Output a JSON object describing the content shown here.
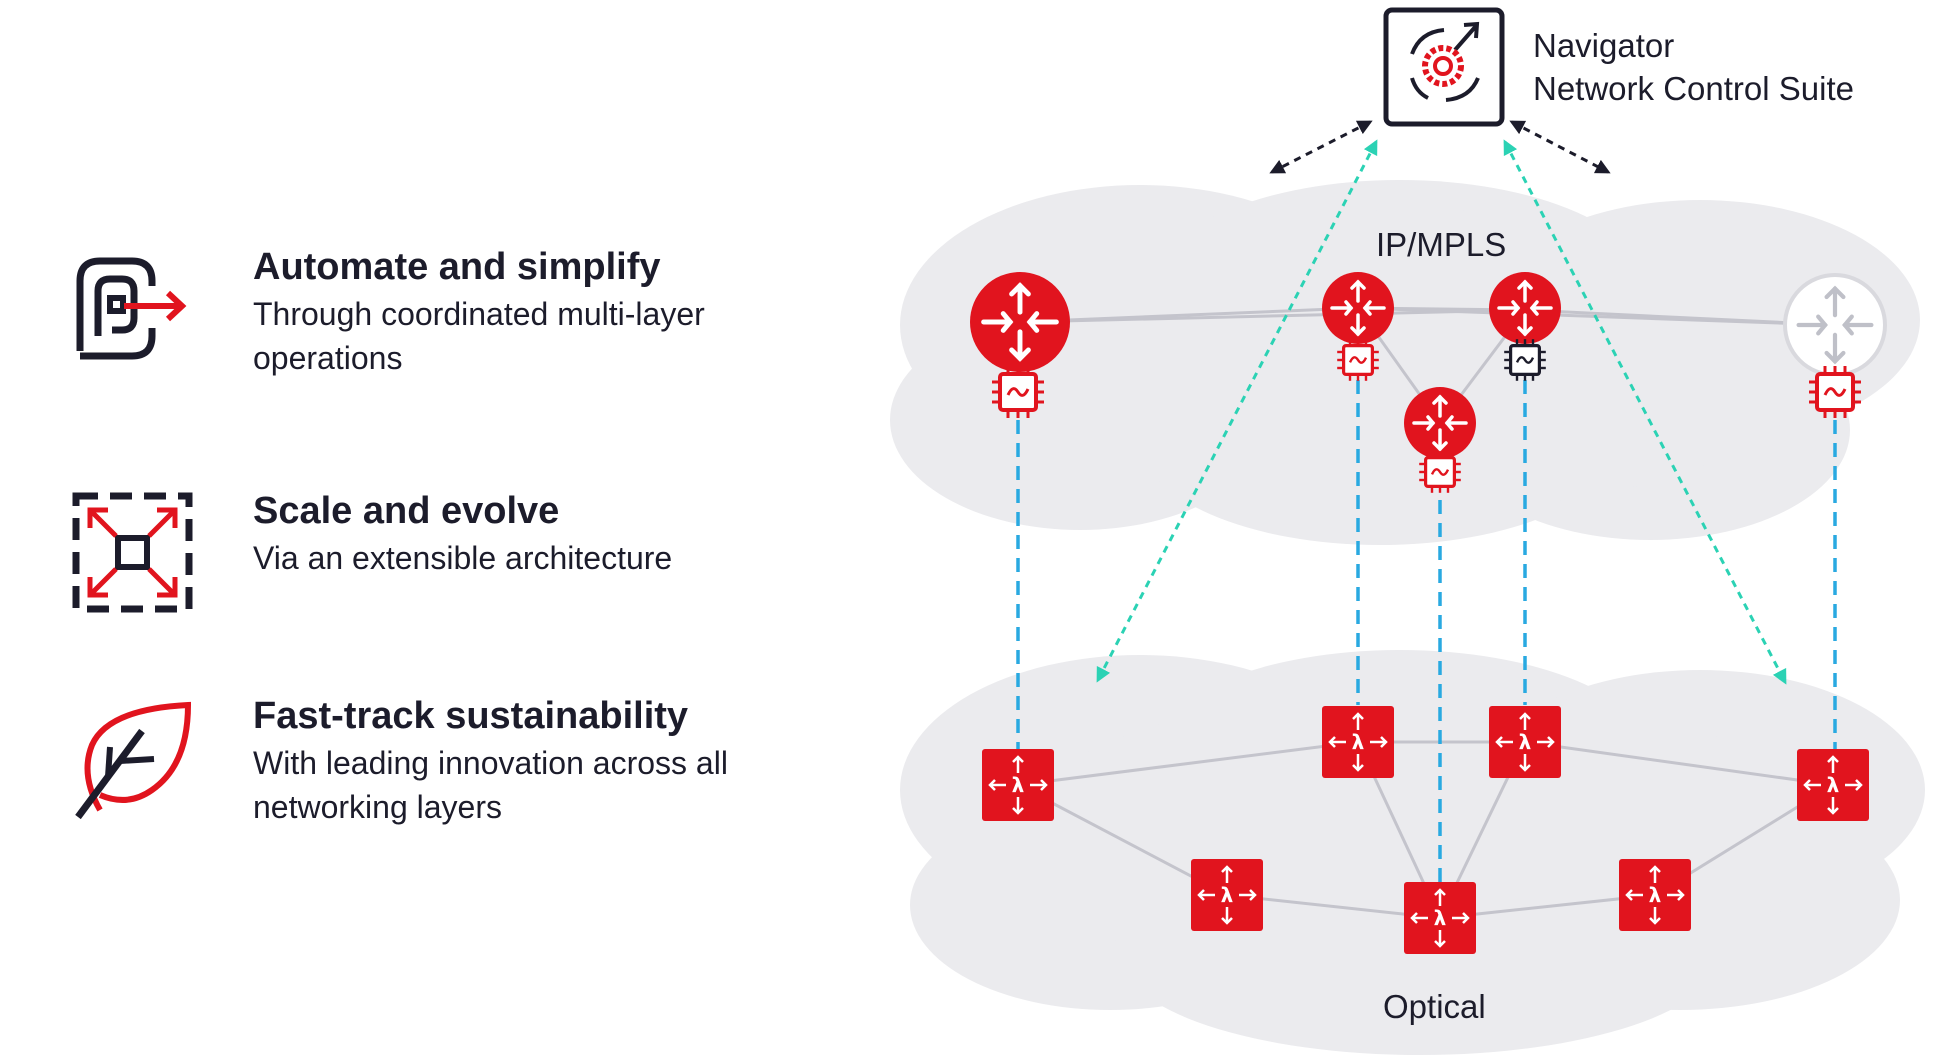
{
  "features": [
    {
      "icon": "automation-loop-icon",
      "title": "Automate and simplify",
      "description": "Through coordinated multi-layer operations"
    },
    {
      "icon": "expand-arrows-icon",
      "title": "Scale and evolve",
      "description": "Via an extensible architecture"
    },
    {
      "icon": "leaf-icon",
      "title": "Fast-track sustainability",
      "description": "With leading innovation across all networking layers"
    }
  ],
  "navigator": {
    "icon": "navigator-compass-icon",
    "title_line1": "Navigator",
    "title_line2": "Network Control Suite"
  },
  "layers": {
    "ip": "IP/MPLS",
    "optical": "Optical"
  },
  "colors": {
    "brand_red": "#e1141e",
    "navy": "#1c1c2b",
    "cloud": "#ebebee",
    "vertical_link": "#29a9e1",
    "control_link": "#2bd2b4",
    "topology_line": "#c4c4cc",
    "inactive_router": "#bfc0c8"
  }
}
